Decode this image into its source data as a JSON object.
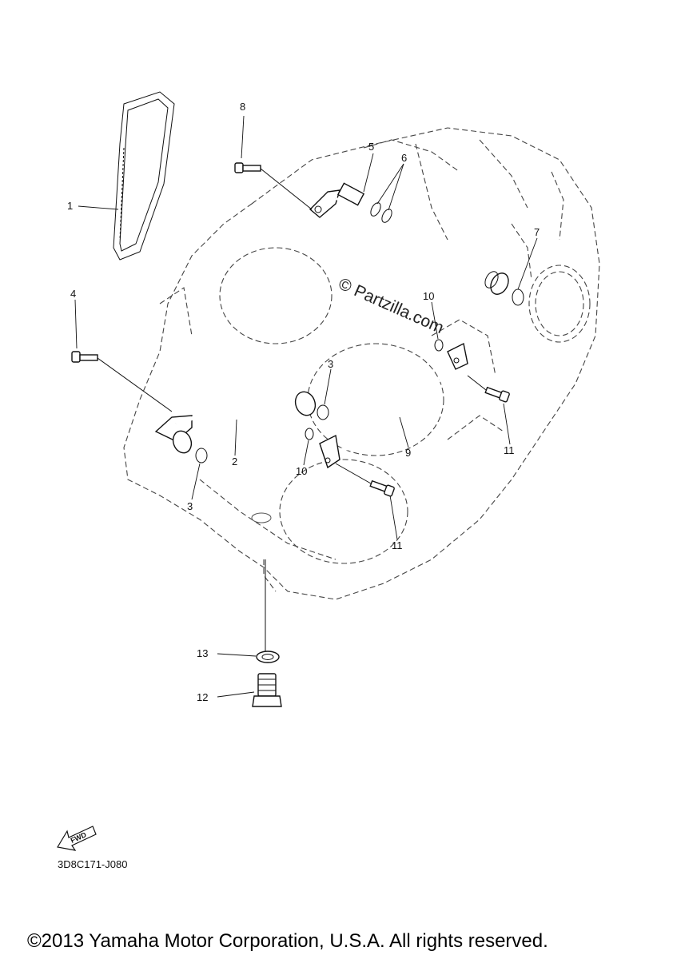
{
  "watermark": "© Partzilla.com",
  "diagram_code": "3D8C171-J080",
  "fwd_label": "FWD",
  "copyright": "©2013 Yamaha Motor Corporation, U.S.A. All rights reserved.",
  "callouts": {
    "c1": "1",
    "c2": "2",
    "c3a": "3",
    "c3b": "3",
    "c4": "4",
    "c5": "5",
    "c6": "6",
    "c7": "7",
    "c8": "8",
    "c9": "9",
    "c10a": "10",
    "c10b": "10",
    "c11a": "11",
    "c11b": "11",
    "c12": "12",
    "c13": "13"
  }
}
